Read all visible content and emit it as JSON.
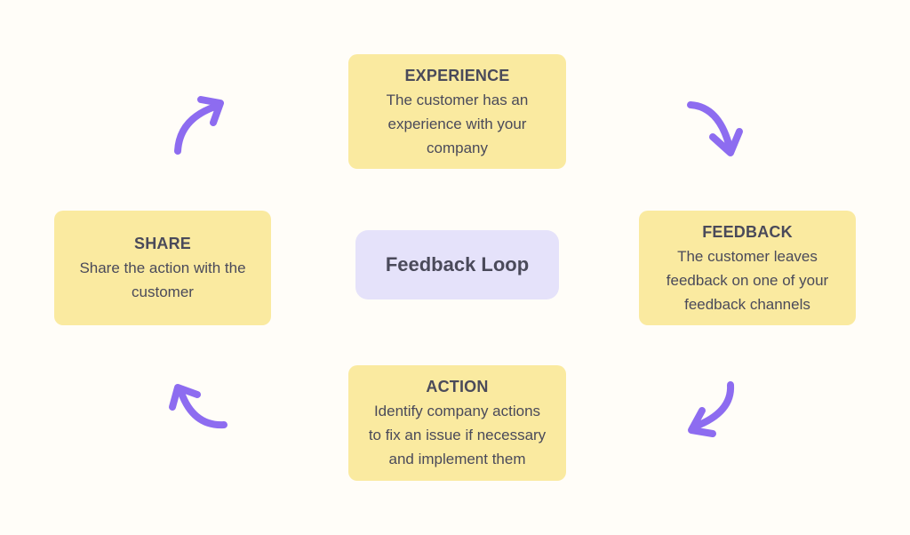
{
  "diagram": {
    "center_label": "Feedback Loop",
    "steps": [
      {
        "title": "EXPERIENCE",
        "text": "The customer has an\nexperience with your\ncompany"
      },
      {
        "title": "FEEDBACK",
        "text": "The customer leaves\nfeedback on one of your\nfeedback channels"
      },
      {
        "title": "ACTION",
        "text": "Identify company actions\nto fix an issue if necessary\nand implement them"
      },
      {
        "title": "SHARE",
        "text": "Share the action with the\ncustomer"
      }
    ],
    "colors": {
      "card": "#faeaa0",
      "center": "#e5e2fa",
      "arrow": "#8d6cf0",
      "text": "#4a4a5a"
    },
    "arrow_icons": [
      "curved-arrow-icon",
      "curved-arrow-icon",
      "curved-arrow-icon",
      "curved-arrow-icon"
    ]
  }
}
